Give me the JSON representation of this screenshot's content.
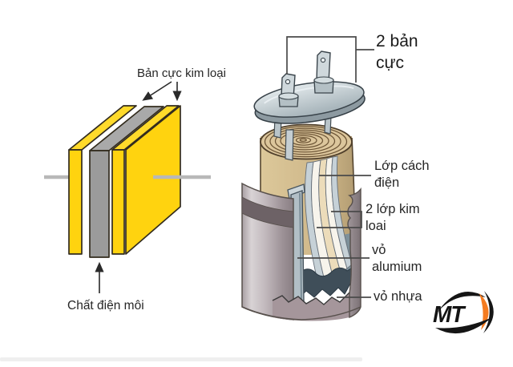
{
  "figures": {
    "left": {
      "plates_label": "Bản cực kim loại",
      "dielectric_label": "Chất điện môi",
      "colors": {
        "plate": "#ffd30f",
        "plate_top": "#ffda2b",
        "dielectric": "#9b9b9b",
        "dielectric_top": "#a9a9a9",
        "lead": "#b8b8b8"
      }
    },
    "right": {
      "terminals_label": "2 bản cực",
      "insulation_label": "Lớp cách điện",
      "metal_layers_label": "2 lớp kim loai",
      "aluminum_case_label": "vỏ alumium",
      "plastic_case_label": "vỏ nhựa"
    }
  },
  "logo": {
    "text": "MT",
    "accent_color": "#f47b20"
  }
}
